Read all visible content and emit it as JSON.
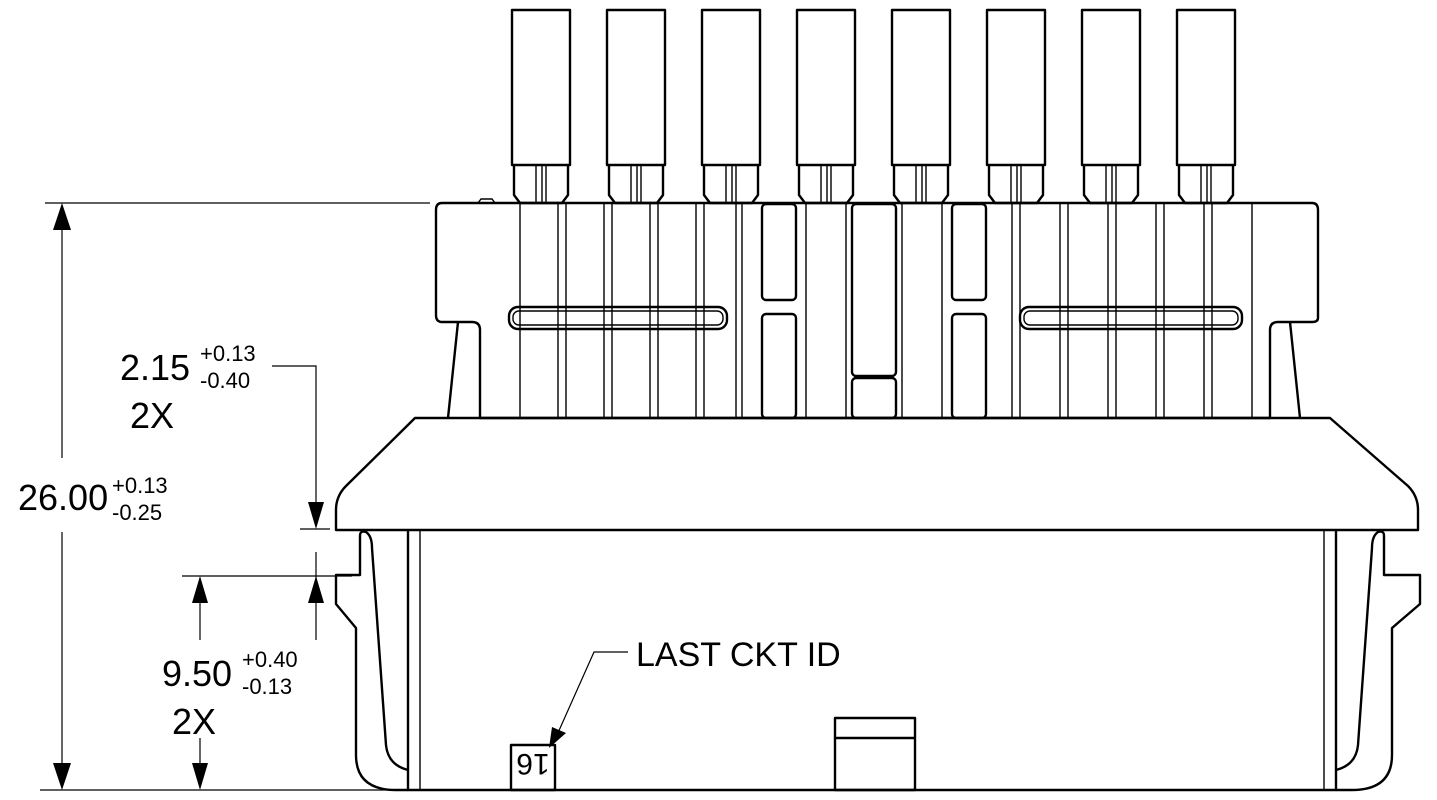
{
  "dimensions": {
    "overall_height": {
      "value": "26.00",
      "tol_plus": "+0.13",
      "tol_minus": "-0.25"
    },
    "step": {
      "value": "2.15",
      "tol_plus": "+0.13",
      "tol_minus": "-0.40",
      "qty": "2X"
    },
    "latch": {
      "value": "9.50",
      "tol_plus": "+0.40",
      "tol_minus": "-0.13",
      "qty": "2X"
    }
  },
  "callouts": {
    "last_ckt": "LAST CKT ID",
    "circuit_mark": "16"
  },
  "terminal_count": 8
}
